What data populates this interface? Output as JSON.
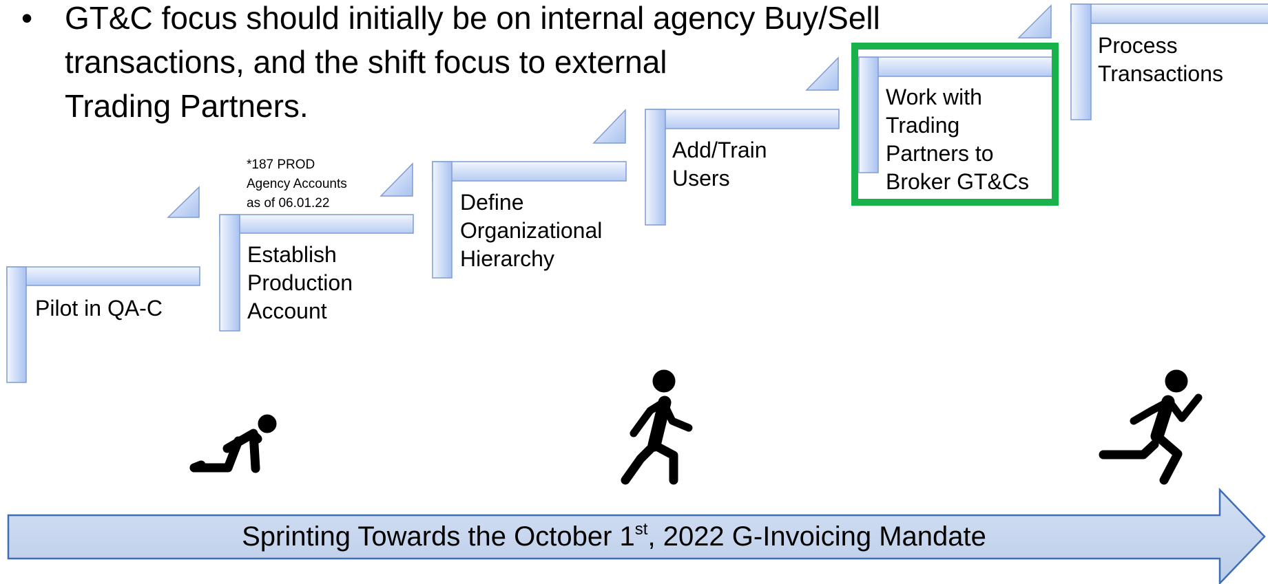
{
  "bullet": {
    "symbol": "•",
    "lines": [
      "GT&C focus should initially be on internal agency Buy/Sell",
      "transactions, and the shift focus to external",
      "Trading Partners."
    ]
  },
  "note": {
    "lines": [
      "*187 PROD",
      "Agency Accounts",
      "as of 06.01.22"
    ]
  },
  "steps": [
    {
      "lines": [
        "Pilot in QA-C"
      ]
    },
    {
      "lines": [
        "Establish",
        "Production",
        "Account"
      ]
    },
    {
      "lines": [
        "Define",
        "Organizational",
        "Hierarchy"
      ]
    },
    {
      "lines": [
        "Add/Train",
        "Users"
      ]
    },
    {
      "lines": [
        "Work with",
        "Trading",
        "Partners to",
        "Broker GT&Cs"
      ],
      "highlighted": true
    },
    {
      "lines": [
        "Process",
        "Transactions"
      ]
    }
  ],
  "figures": [
    {
      "icon": "crouching-runner-icon"
    },
    {
      "icon": "walking-person-icon"
    },
    {
      "icon": "running-person-icon"
    }
  ],
  "arrow": {
    "text_before": "Sprinting Towards the October 1",
    "superscript": "st",
    "text_after": ", 2022 G-Invoicing Mandate"
  },
  "colors": {
    "step_fill_light": "#eef3fd",
    "step_fill_dark": "#a9c2f0",
    "step_stroke": "#7f9cd2",
    "arrow_fill": "#c6d5ee",
    "arrow_stroke": "#3e6db3",
    "highlight": "#17b24a",
    "text": "#000000"
  }
}
